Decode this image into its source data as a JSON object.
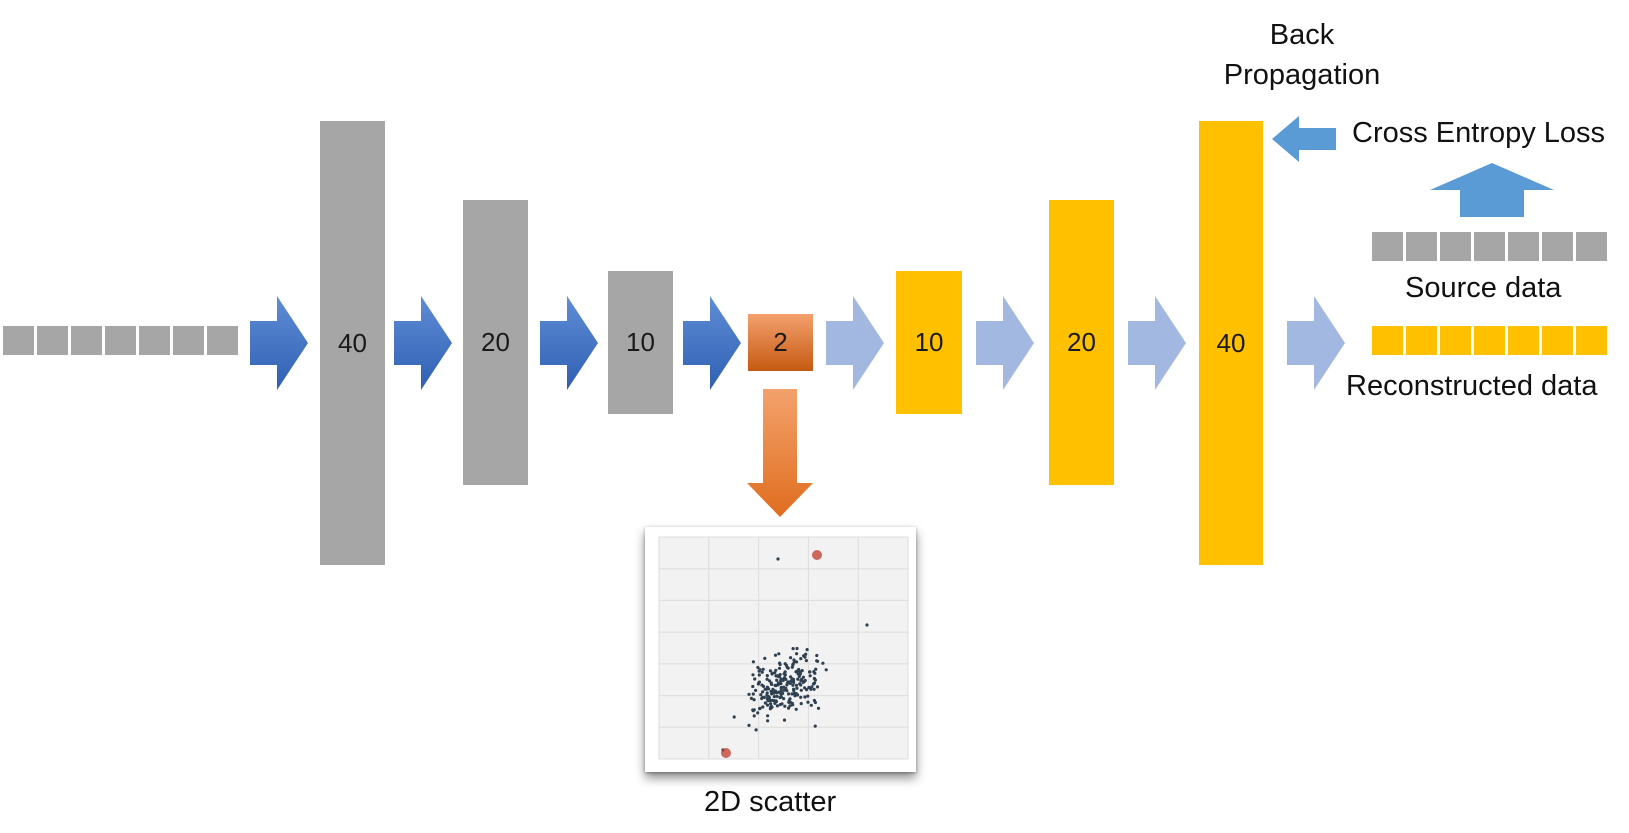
{
  "encoder": {
    "blocks": [
      {
        "label": "40"
      },
      {
        "label": "20"
      },
      {
        "label": "10"
      }
    ],
    "latent": {
      "label": "2"
    }
  },
  "decoder": {
    "blocks": [
      {
        "label": "10"
      },
      {
        "label": "20"
      },
      {
        "label": "40"
      }
    ]
  },
  "labels": {
    "back_propagation": "Back\nPropagation",
    "cross_entropy_loss": "Cross Entropy Loss",
    "source_data": "Source data",
    "reconstructed_data": "Reconstructed data",
    "scatter": "2D scatter"
  },
  "colors": {
    "encoder_gray": "#a6a6a6",
    "decoder_gold": "#ffc000",
    "latent_orange": "#c55a11",
    "encoder_arrow": "#4472c4",
    "decoder_arrow": "#a3b8e0",
    "loss_arrow": "#5b9bd5",
    "scatter_arrow": "#ed7d31"
  },
  "vector_cells": 7
}
